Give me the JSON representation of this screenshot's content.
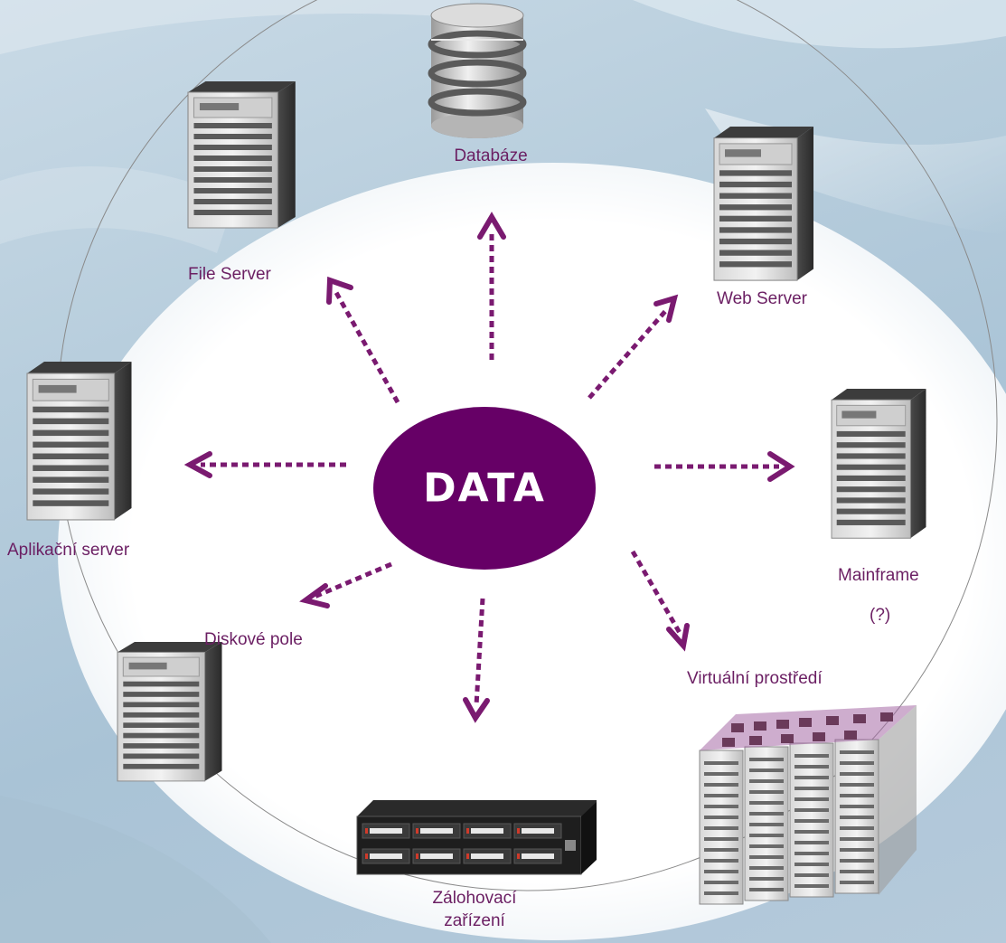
{
  "center_label": "DATA",
  "nodes": {
    "database": "Databáze",
    "file_server": "File Server",
    "web_server": "Web Server",
    "app_server": "Aplikační  server",
    "mainframe": "Mainframe",
    "mainframe_note": "(?)",
    "disk_array": "Diskové pole",
    "virtual": "Virtuální prostředí",
    "backup_line1": "Zálohovací",
    "backup_line2": "zařízení"
  },
  "colors": {
    "accent": "#660066",
    "label": "#6b1f63",
    "arrow": "#7a1a70",
    "background": "#b8cedd"
  }
}
